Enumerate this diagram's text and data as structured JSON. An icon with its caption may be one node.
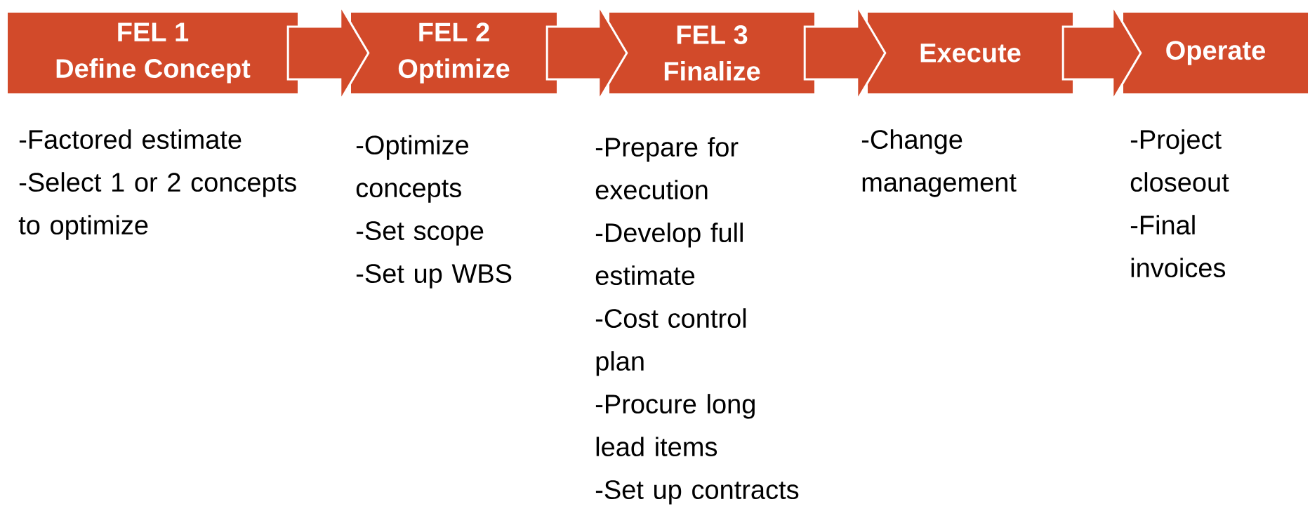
{
  "diagram": {
    "nodes": [
      {
        "text": [
          "FEL 1",
          "Define Concept"
        ],
        "beside": [
          "-Factored estimate",
          "-Select 1 or 2 concepts to optimize"
        ]
      },
      {
        "text": [
          "FEL 2",
          "Optimize"
        ],
        "beside": [
          "-Optimize concepts",
          "-Set scope",
          "-Set up WBS"
        ]
      },
      {
        "text": [
          "FEL 3",
          "Finalize"
        ],
        "beside": [
          "-Prepare for execution",
          "-Develop full estimate",
          "-Cost control plan",
          "-Procure long lead items",
          "-Set up contracts"
        ]
      },
      {
        "text": [
          "Execute"
        ],
        "beside": [
          "-Change management"
        ]
      },
      {
        "text": [
          "Operate"
        ],
        "beside": [
          "-Project closeout",
          "-Final invoices"
        ]
      }
    ],
    "edges": [
      {
        "from": 0,
        "to": 1,
        "arrow": "to"
      },
      {
        "from": 1,
        "to": 2,
        "arrow": "to"
      },
      {
        "from": 2,
        "to": 3,
        "arrow": "to"
      },
      {
        "from": 3,
        "to": 4,
        "arrow": "to"
      }
    ]
  }
}
